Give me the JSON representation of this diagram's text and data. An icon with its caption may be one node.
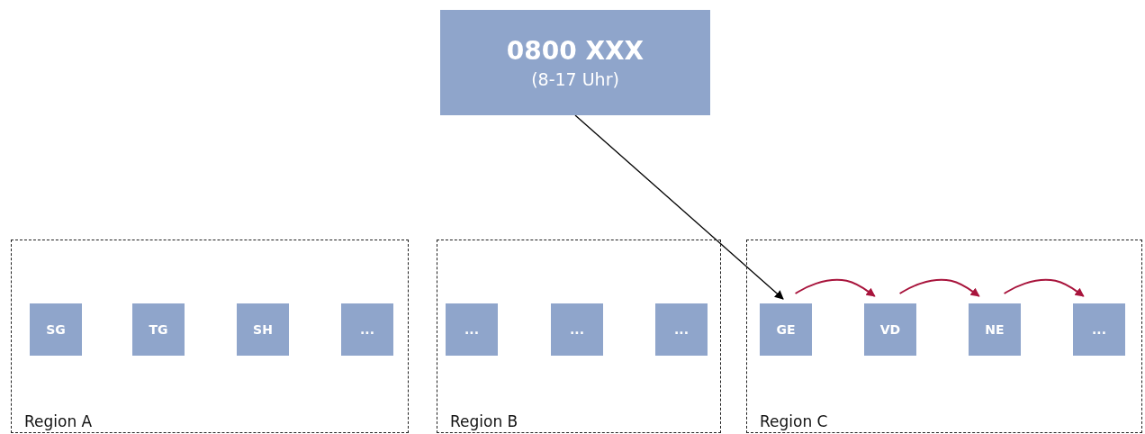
{
  "diagram": {
    "nodes": [
      {
        "text": [
          "0800 XXX",
          "(8-17 Uhr)"
        ]
      },
      {
        "text": [
          "Region A"
        ]
      },
      {
        "text": [
          "SG"
        ],
        "in": 1
      },
      {
        "text": [
          "TG"
        ],
        "in": 1
      },
      {
        "text": [
          "SH"
        ],
        "in": 1
      },
      {
        "text": [
          "..."
        ],
        "in": 1
      },
      {
        "text": [
          "Region B"
        ]
      },
      {
        "text": [
          "..."
        ],
        "in": 6
      },
      {
        "text": [
          "..."
        ],
        "in": 6
      },
      {
        "text": [
          "..."
        ],
        "in": 6
      },
      {
        "text": [
          "Region C"
        ]
      },
      {
        "text": [
          "GE"
        ],
        "in": 10
      },
      {
        "text": [
          "VD"
        ],
        "in": 10
      },
      {
        "text": [
          "NE"
        ],
        "in": 10
      },
      {
        "text": [
          "..."
        ],
        "in": 10
      }
    ],
    "edges": [
      {
        "from": 0,
        "to": 11,
        "arrow": "to",
        "color": "#000000"
      },
      {
        "from": 11,
        "to": 12,
        "arrow": "to",
        "color": "#a8143c"
      },
      {
        "from": 12,
        "to": 13,
        "arrow": "to",
        "color": "#a8143c"
      },
      {
        "from": 13,
        "to": 14,
        "arrow": "to",
        "color": "#a8143c"
      }
    ]
  }
}
